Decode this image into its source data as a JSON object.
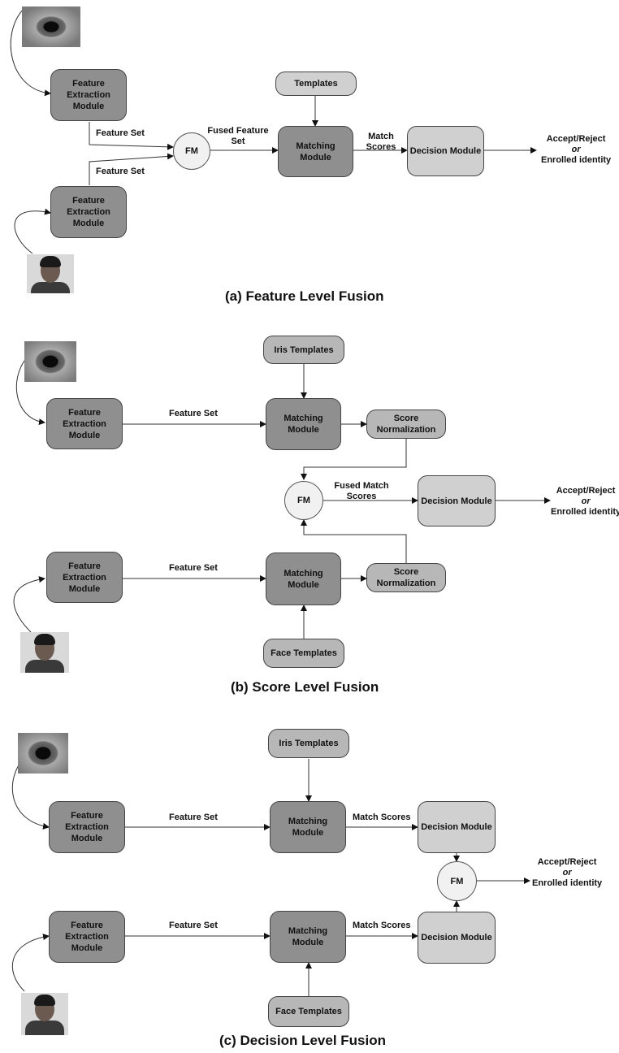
{
  "a": {
    "caption": "(a) Feature Level Fusion",
    "feature_extraction_top": "Feature Extraction Module",
    "feature_extraction_bottom": "Feature Extraction Module",
    "feature_set_top": "Feature Set",
    "feature_set_bottom": "Feature Set",
    "fm": "FM",
    "fused_feature_set": "Fused Feature Set",
    "templates": "Templates",
    "matching": "Matching Module",
    "match_scores": "Match Scores",
    "decision": "Decision Module",
    "output_line1": "Accept/Reject",
    "output_or": "or",
    "output_line2": "Enrolled identity"
  },
  "b": {
    "caption": "(b) Score Level Fusion",
    "iris_templates": "Iris Templates",
    "face_templates": "Face Templates",
    "feature_extraction_top": "Feature Extraction Module",
    "feature_extraction_bottom": "Feature Extraction Module",
    "feature_set_top": "Feature Set",
    "feature_set_bottom": "Feature Set",
    "matching_top": "Matching Module",
    "matching_bottom": "Matching Module",
    "score_norm_top": "Score Normalization",
    "score_norm_bottom": "Score Normalization",
    "fm": "FM",
    "fused_match_scores": "Fused Match Scores",
    "decision": "Decision Module",
    "output_line1": "Accept/Reject",
    "output_or": "or",
    "output_line2": "Enrolled identity"
  },
  "c": {
    "caption": "(c) Decision Level Fusion",
    "iris_templates": "Iris Templates",
    "face_templates": "Face Templates",
    "feature_extraction_top": "Feature Extraction Module",
    "feature_extraction_bottom": "Feature Extraction Module",
    "feature_set_top": "Feature Set",
    "feature_set_bottom": "Feature Set",
    "matching_top": "Matching Module",
    "matching_bottom": "Matching Module",
    "match_scores_top": "Match Scores",
    "match_scores_bottom": "Match Scores",
    "decision_top": "Decision Module",
    "decision_bottom": "Decision Module",
    "fm": "FM",
    "output_line1": "Accept/Reject",
    "output_or": "or",
    "output_line2": "Enrolled identity"
  }
}
